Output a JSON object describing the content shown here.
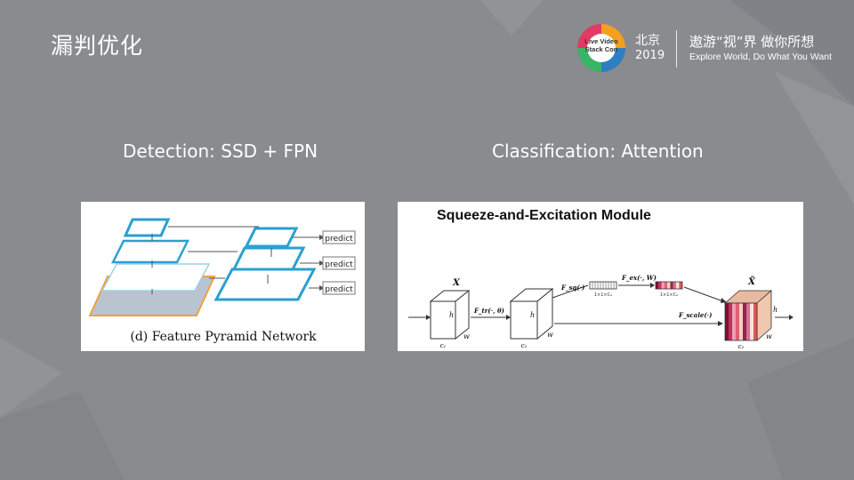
{
  "slide": {
    "title": "漏判优化"
  },
  "branding": {
    "logo_text": [
      "Live",
      "Video",
      "Stack",
      "Con"
    ],
    "city": "北京",
    "year": "2019",
    "slogan_cn": "遨游“视”界  做你所想",
    "slogan_en": "Explore World, Do What You Want"
  },
  "sections": {
    "left_heading": "Detection: SSD + FPN",
    "right_heading": "Classification: Attention"
  },
  "fpn_figure": {
    "predict_labels": [
      "predict",
      "predict",
      "predict"
    ],
    "caption": "(d) Feature Pyramid Network",
    "accent_color": "#2aa0d0",
    "highlight_color": "#f0a040"
  },
  "se_figure": {
    "title": "Squeeze-and-Excitation Module",
    "x_label": "X",
    "x_tilde_label": "X̃",
    "h_label": "h",
    "w_label": "w",
    "c1_label": "c₁",
    "c2_label": "c₂",
    "f_tr": "F_tr(·, θ)",
    "f_sq": "F_sq(·)",
    "f_ex": "F_ex(·, W)",
    "f_scale": "F_scale(·)",
    "dim_sq": "1×1×C₂",
    "dim_ex": "1×1×C₂",
    "stripe_colors": [
      "#7a1030",
      "#c03060",
      "#f0a0b0",
      "#e06070",
      "#f5d0c0",
      "#9a2050",
      "#d87090",
      "#fbe0e0",
      "#e05850"
    ]
  }
}
